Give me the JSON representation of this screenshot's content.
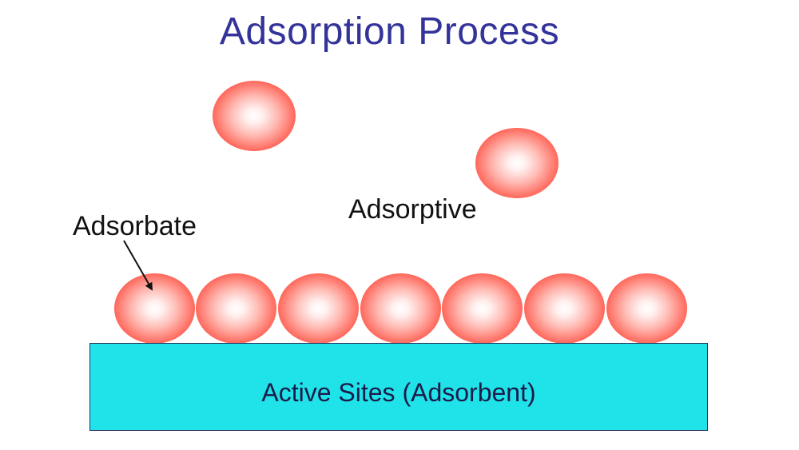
{
  "title": "Adsorption Process",
  "labels": {
    "adsorbate": "Adsorbate",
    "adsorptive": "Adsorptive"
  },
  "substrate": {
    "label": "Active Sites (Adsorbent)",
    "color": "#1fe3e8"
  },
  "colors": {
    "title": "#33339a",
    "molecule": "#f04030"
  }
}
